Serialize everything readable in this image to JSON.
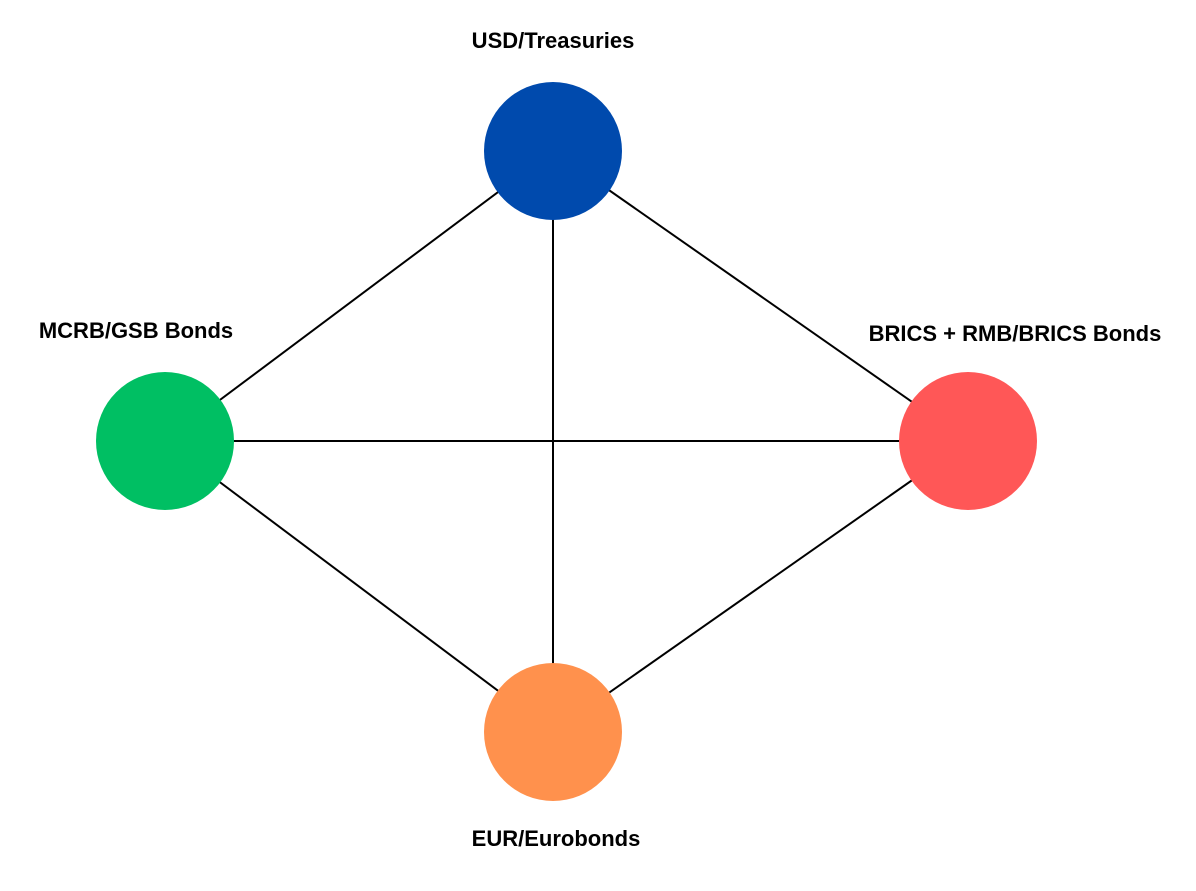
{
  "nodes": {
    "top": {
      "label": "USD/Treasuries",
      "color": "#004AAD"
    },
    "left": {
      "label": "MCRB/GSB Bonds",
      "color": "#00BF63"
    },
    "right": {
      "label": "BRICS + RMB/BRICS Bonds",
      "color": "#FF5757"
    },
    "bottom": {
      "label": "EUR/Eurobonds",
      "color": "#FF914D"
    }
  },
  "edges": [
    {
      "from": "top",
      "to": "left"
    },
    {
      "from": "top",
      "to": "right"
    },
    {
      "from": "top",
      "to": "bottom"
    },
    {
      "from": "left",
      "to": "right"
    },
    {
      "from": "left",
      "to": "bottom"
    },
    {
      "from": "right",
      "to": "bottom"
    }
  ]
}
